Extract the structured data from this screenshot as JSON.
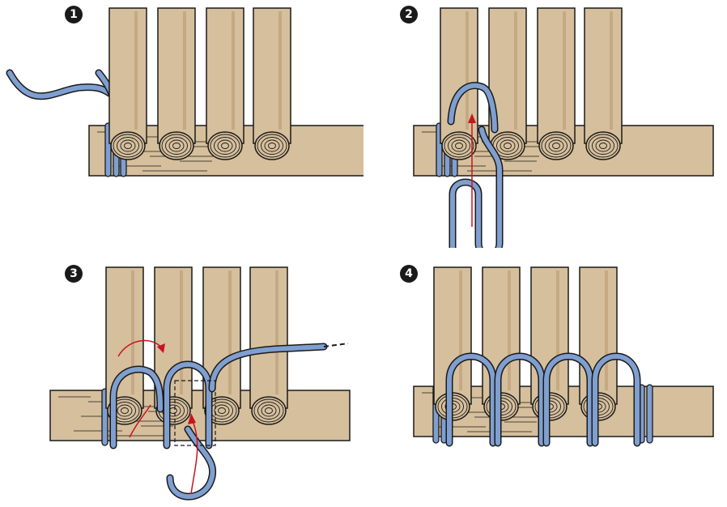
{
  "colors": {
    "wood": "#d6bf9c",
    "wood_shade": "#c4a983",
    "cord": "#7f9fd0",
    "outline": "#1a1a1a",
    "arrow": "#c8141e",
    "background": "#ffffff"
  },
  "steps": [
    {
      "number": "1"
    },
    {
      "number": "2"
    },
    {
      "number": "3"
    },
    {
      "number": "4"
    }
  ]
}
